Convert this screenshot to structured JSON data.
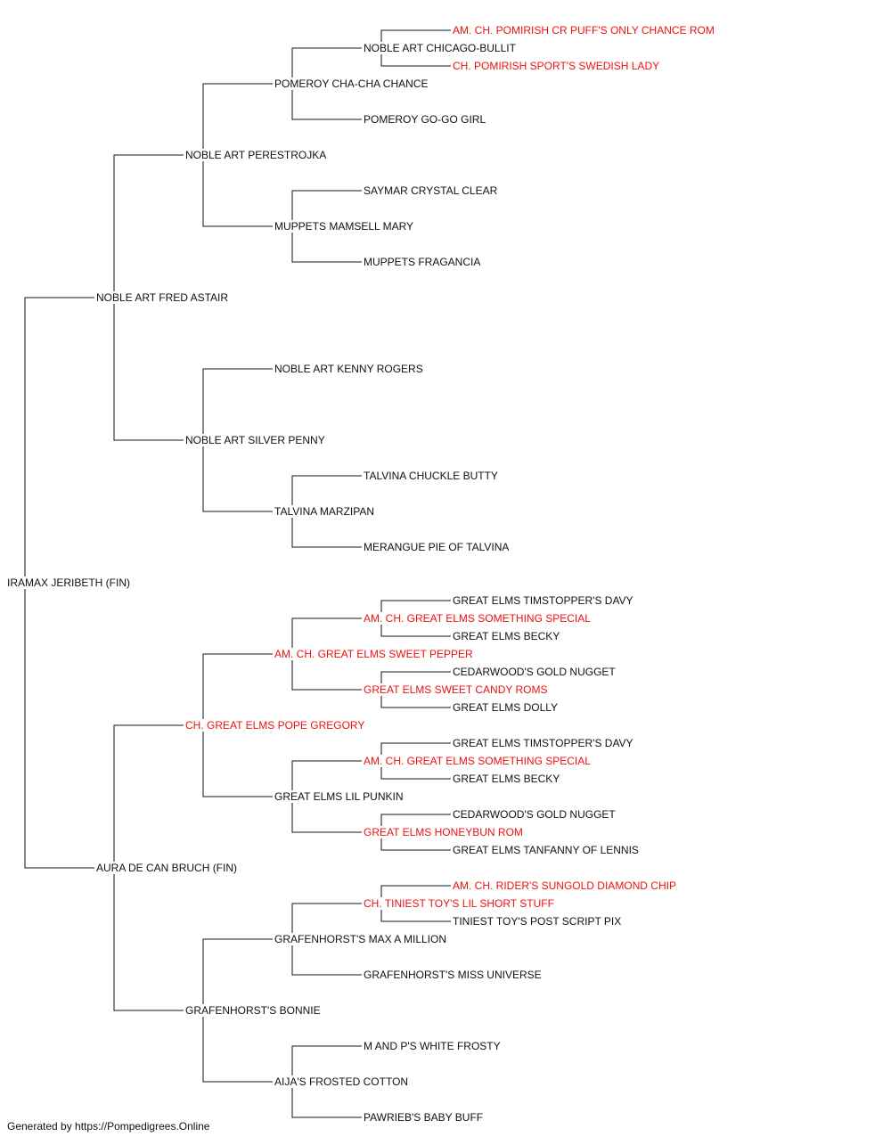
{
  "colors": {
    "line": "#444444",
    "normal": "#111111",
    "champion": "#ee1111"
  },
  "footer": "Generated by https://Pompedigrees.Online",
  "pedigree": {
    "name": "IRAMAX JERIBETH (FIN)",
    "ch": false,
    "sire": {
      "name": "NOBLE ART FRED ASTAIR",
      "ch": false,
      "sire": {
        "name": "NOBLE ART PERESTROJKA",
        "ch": false,
        "sire": {
          "name": "POMEROY CHA-CHA CHANCE",
          "ch": false,
          "sire": {
            "name": "NOBLE ART CHICAGO-BULLIT",
            "ch": false,
            "sire": {
              "name": "AM. CH. POMIRISH CR PUFF'S ONLY CHANCE ROM",
              "ch": true
            },
            "dam": {
              "name": "CH. POMIRISH SPORT'S SWEDISH LADY",
              "ch": true
            }
          },
          "dam": {
            "name": "POMEROY GO-GO GIRL",
            "ch": false
          }
        },
        "dam": {
          "name": "MUPPETS MAMSELL MARY",
          "ch": false,
          "sire": {
            "name": "SAYMAR CRYSTAL CLEAR",
            "ch": false
          },
          "dam": {
            "name": "MUPPETS FRAGANCIA",
            "ch": false
          }
        }
      },
      "dam": {
        "name": "NOBLE ART SILVER PENNY",
        "ch": false,
        "sire": {
          "name": "NOBLE ART KENNY ROGERS",
          "ch": false
        },
        "dam": {
          "name": "TALVINA MARZIPAN",
          "ch": false,
          "sire": {
            "name": "TALVINA CHUCKLE BUTTY",
            "ch": false
          },
          "dam": {
            "name": "MERANGUE PIE OF TALVINA",
            "ch": false
          }
        }
      }
    },
    "dam": {
      "name": "AURA DE CAN BRUCH (FIN)",
      "ch": false,
      "sire": {
        "name": "CH. GREAT ELMS POPE GREGORY",
        "ch": true,
        "sire": {
          "name": "AM. CH. GREAT ELMS SWEET PEPPER",
          "ch": true,
          "sire": {
            "name": "AM. CH. GREAT ELMS SOMETHING SPECIAL",
            "ch": true,
            "sire": {
              "name": "GREAT ELMS TIMSTOPPER'S DAVY",
              "ch": false
            },
            "dam": {
              "name": "GREAT ELMS BECKY",
              "ch": false
            }
          },
          "dam": {
            "name": "GREAT ELMS SWEET CANDY ROMS",
            "ch": true,
            "sire": {
              "name": "CEDARWOOD'S GOLD NUGGET",
              "ch": false
            },
            "dam": {
              "name": "GREAT ELMS DOLLY",
              "ch": false
            }
          }
        },
        "dam": {
          "name": "GREAT ELMS LIL PUNKIN",
          "ch": false,
          "sire": {
            "name": "AM. CH. GREAT ELMS SOMETHING SPECIAL",
            "ch": true,
            "sire": {
              "name": "GREAT ELMS TIMSTOPPER'S DAVY",
              "ch": false
            },
            "dam": {
              "name": "GREAT ELMS BECKY",
              "ch": false
            }
          },
          "dam": {
            "name": "GREAT ELMS HONEYBUN ROM",
            "ch": true,
            "sire": {
              "name": "CEDARWOOD'S GOLD NUGGET",
              "ch": false
            },
            "dam": {
              "name": "GREAT ELMS TANFANNY OF LENNIS",
              "ch": false
            }
          }
        }
      },
      "dam": {
        "name": "GRAFENHORST'S BONNIE",
        "ch": false,
        "sire": {
          "name": "GRAFENHORST'S MAX A MILLION",
          "ch": false,
          "sire": {
            "name": "CH. TINIEST TOY'S LIL SHORT STUFF",
            "ch": true,
            "sire": {
              "name": "AM. CH. RIDER'S SUNGOLD DIAMOND CHIP",
              "ch": true
            },
            "dam": {
              "name": "TINIEST TOY'S POST SCRIPT PIX",
              "ch": false
            }
          },
          "dam": {
            "name": "GRAFENHORST'S MISS UNIVERSE",
            "ch": false
          }
        },
        "dam": {
          "name": "AIJA'S FROSTED COTTON",
          "ch": false,
          "sire": {
            "name": "M AND P'S WHITE FROSTY",
            "ch": false
          },
          "dam": {
            "name": "PAWRIEB'S BABY BUFF",
            "ch": false
          }
        }
      }
    }
  }
}
